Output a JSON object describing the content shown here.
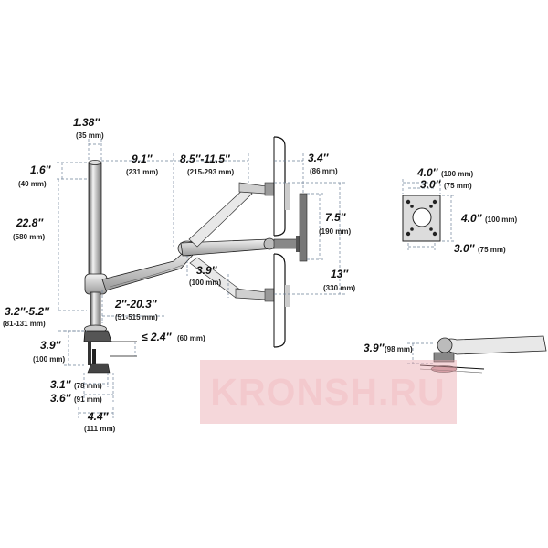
{
  "diagram": {
    "pole": {
      "width": {
        "main": "1.38″",
        "sub": "(35 mm)"
      },
      "top_offset": {
        "main": "1.6″",
        "sub": "(40 mm)"
      },
      "height": {
        "main": "22.8″",
        "sub": "(580 mm)"
      },
      "base_height": {
        "main": "3.2″-5.2″",
        "sub": "(81-131 mm)"
      },
      "clamp_height": {
        "main": "3.9″",
        "sub": "(100 mm)"
      },
      "clamp_opening": {
        "main": "≤ 2.4″",
        "sub": "(60 mm)"
      },
      "clamp_depth_1": {
        "main": "3.1″",
        "sub": "(78 mm)"
      },
      "clamp_depth_2": {
        "main": "3.6″",
        "sub": "(91 mm)"
      },
      "base_width": {
        "main": "4.4″",
        "sub": "(111 mm)"
      }
    },
    "arm": {
      "upper_arm": {
        "main": "9.1″",
        "sub": "(231 mm)"
      },
      "forearm": {
        "main": "8.5″-11.5″",
        "sub": "(215-293 mm)"
      },
      "tilt_head": {
        "main": "3.4″",
        "sub": "(86 mm)"
      },
      "elbow": {
        "main": "3.9″",
        "sub": "(100 mm)"
      },
      "lift_range": {
        "main": "2″-20.3″",
        "sub": "(51-515 mm)"
      }
    },
    "monitor": {
      "vesa_offset": {
        "main": "7.5″",
        "sub": "(190 mm)"
      },
      "height_range": {
        "main": "13″",
        "sub": "(330 mm)"
      }
    },
    "vesa_plate": {
      "outer_width": {
        "main": "4.0″",
        "sub": "(100 mm)"
      },
      "inner_width": {
        "main": "3.0″",
        "sub": "(75 mm)"
      },
      "outer_height": {
        "main": "4.0″",
        "sub": "(100 mm)"
      },
      "inner_height": {
        "main": "3.0″",
        "sub": "(75 mm)"
      }
    },
    "desk_detail": {
      "clearance": {
        "main": "3.9″",
        "sub": "(98 mm)"
      }
    }
  },
  "watermark": {
    "text": "KRONSH.RU",
    "color": "#e9a6ad"
  },
  "colors": {
    "line": "#111111",
    "dimension": "#5a6f8a",
    "metal": "#8a8f95"
  }
}
